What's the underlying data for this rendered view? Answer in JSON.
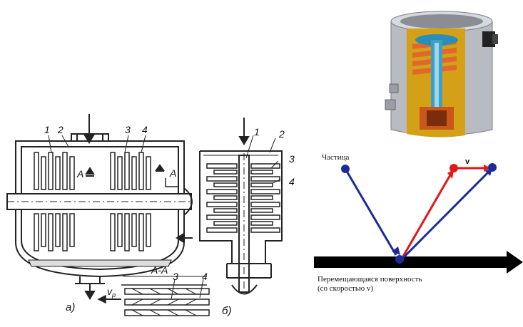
{
  "figure_a": {
    "labels": [
      "1",
      "2",
      "3",
      "4"
    ],
    "section_marker": "A",
    "caption": "а)",
    "velocity_label": "v",
    "velocity_subscript": "p",
    "section_title": "A-A",
    "section_labels": [
      "3",
      "4"
    ]
  },
  "figure_b": {
    "labels": [
      "1",
      "2",
      "3",
      "4"
    ],
    "caption": "б)"
  },
  "pump_photo": {
    "icon": "turbomolecular-pump-cutaway-icon",
    "colors": {
      "housing": "#b8bcc2",
      "rotor": "#2a8fb8",
      "stator": "#e0682a",
      "base": "#d4a017"
    }
  },
  "reflection_diagram": {
    "particle_label": "Частица",
    "velocity_label": "v",
    "surface_label_line1": "Перемещающаяся поверхность",
    "surface_label_line2": "(со скоростью v)",
    "colors": {
      "incoming": "#1e2a9a",
      "reflected_red": "#e01818",
      "reflected_blue": "#1e2a9a",
      "surface": "#000000"
    }
  }
}
